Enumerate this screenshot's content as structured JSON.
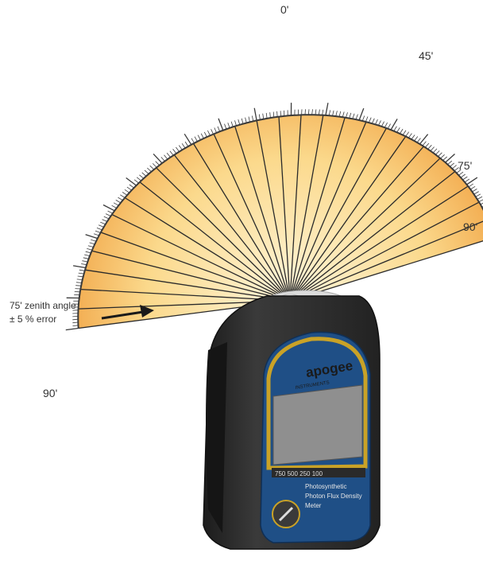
{
  "labels": {
    "zenith_0": "0'",
    "angle_45": "45'",
    "angle_75": "75'",
    "angle_90_right": "90'",
    "angle_90_left": "90'"
  },
  "annotation": {
    "line1": "75' zenith angle",
    "line2": "± 5 % error"
  },
  "device": {
    "brand": "apogee",
    "model_line": "INSTRUMENTS",
    "readout": "750  500  250  100",
    "tag_line1": "Photosynthetic",
    "tag_line2": "Photon Flux Density",
    "tag_line3": "Meter",
    "colors": {
      "body": "#2b2b2b",
      "bezel": "#1f4f86",
      "trim": "#c9a227",
      "screen": "#8f8f8f"
    }
  },
  "colors": {
    "fan_top": "#fff6dc",
    "fan_mid": "#fbd98c",
    "fan_edge": "#f0a040",
    "ray": "#2a2a2a",
    "arc": "#3a3a3a"
  }
}
